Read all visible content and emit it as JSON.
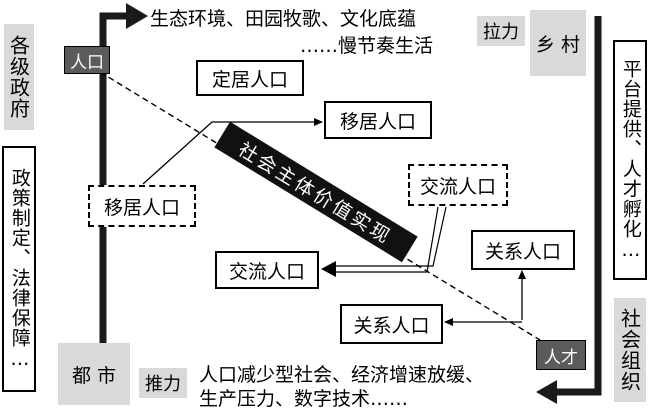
{
  "left": {
    "gov": "各级政府",
    "policy": "政策制定、法律保障…"
  },
  "right": {
    "platform": "平台提供、人才孵化…",
    "social": "社会组织"
  },
  "top": {
    "line1": "生态环境、田园牧歌、文化底蕴",
    "line2": "……慢节奏生活",
    "pull": "拉力",
    "rural": "乡 村"
  },
  "bottom": {
    "city": "都 市",
    "push": "推力",
    "line1": "人口减少型社会、经济增速放缓、",
    "line2": "生产压力、数字技术……"
  },
  "nodes": {
    "population": "人口",
    "talent": "人才",
    "settled": "定居人口",
    "migrant_right": "移居人口",
    "migrant_left": "移居人口",
    "exchange_dashed": "交流人口",
    "exchange_solid": "交流人口",
    "relation_top": "关系人口",
    "relation_bottom": "关系人口"
  },
  "diagonal_label": "社会主体价值实现"
}
